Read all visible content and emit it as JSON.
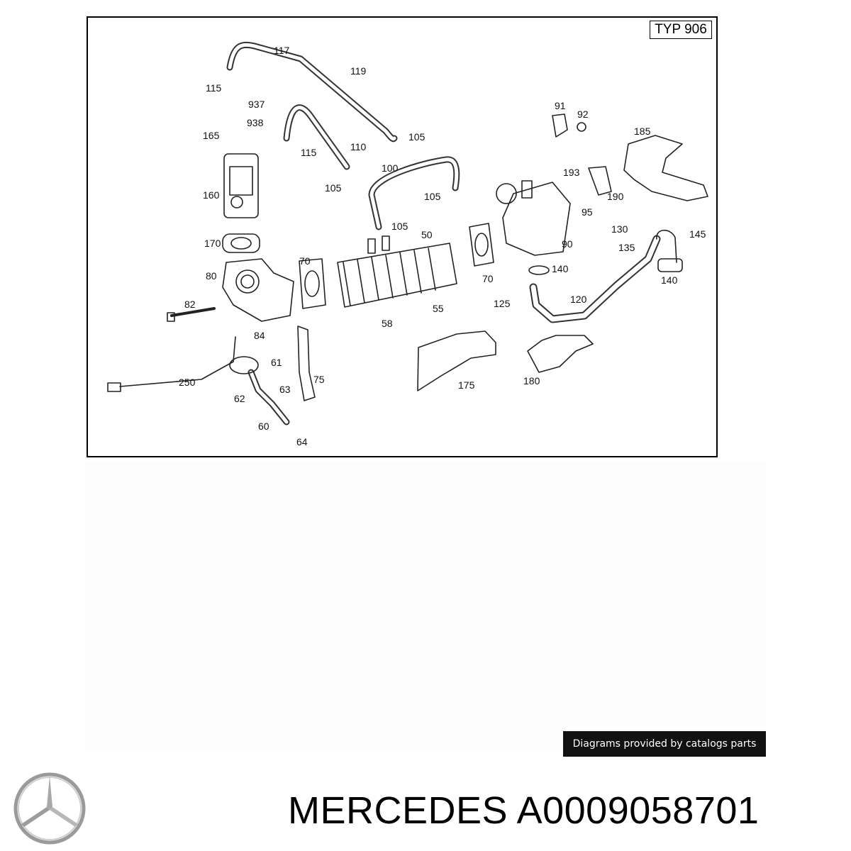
{
  "diagram": {
    "typ_label": "TYP 906",
    "callouts": [
      "117",
      "119",
      "115",
      "937",
      "938",
      "165",
      "110",
      "105",
      "115",
      "160",
      "100",
      "105",
      "105",
      "105",
      "170",
      "50",
      "80",
      "70",
      "70",
      "82",
      "58",
      "55",
      "84",
      "61",
      "250",
      "75",
      "63",
      "62",
      "60",
      "64",
      "91",
      "92",
      "185",
      "193",
      "190",
      "95",
      "90",
      "130",
      "145",
      "135",
      "140",
      "140",
      "120",
      "125",
      "175",
      "180"
    ]
  },
  "footer": {
    "credit": "Diagrams provided by catalogs parts",
    "brand": "MERCEDES",
    "part_number": "A0009058701",
    "logo_icon": "mercedes-star-icon"
  }
}
